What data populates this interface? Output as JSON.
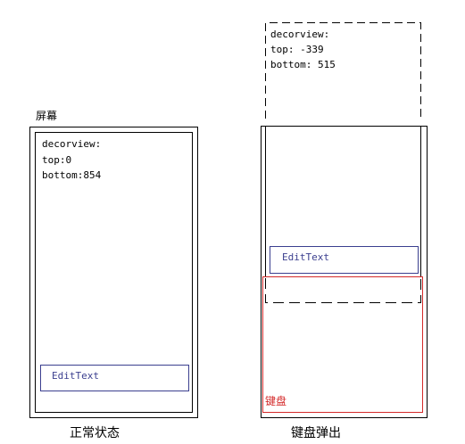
{
  "left_panel": {
    "screen_label": "屏幕",
    "decorview_lines": [
      "decorview:",
      "top:0",
      "bottom:854"
    ],
    "edittext_label": "EditText",
    "caption": "正常状态"
  },
  "right_panel": {
    "decorview_lines": [
      "decorview:",
      "top: -339",
      "bottom: 515"
    ],
    "edittext_label": "EditText",
    "keyboard_label": "键盘",
    "caption": "键盘弹出"
  },
  "colors": {
    "outline": "#000000",
    "edittext": "#3b3f8f",
    "keyboard": "#d42a2a"
  }
}
